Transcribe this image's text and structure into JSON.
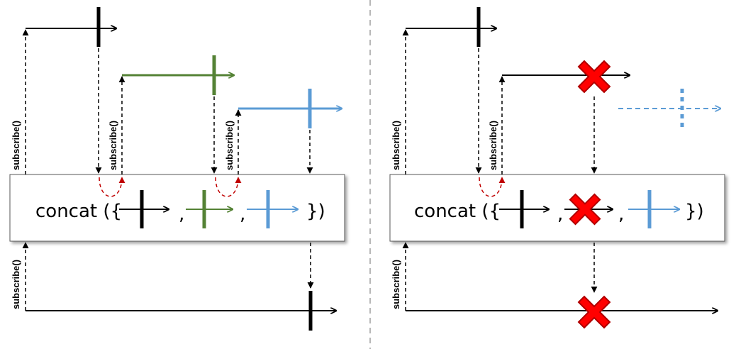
{
  "labels": {
    "subscribe": "subscribe()",
    "concat_prefix": "concat ({",
    "comma": ",",
    "concat_suffix": "})"
  },
  "colors": {
    "black": "#000000",
    "green": "#548235",
    "blue": "#5b9bd5",
    "red_cross": "#ff0000",
    "red_cross_outline": "#c00000",
    "red_dashed": "#c00000",
    "separator": "#b7b7b7",
    "box_border": "#595959"
  },
  "panels": [
    {
      "name": "left-panel-success"
    },
    {
      "name": "right-panel-error"
    }
  ]
}
